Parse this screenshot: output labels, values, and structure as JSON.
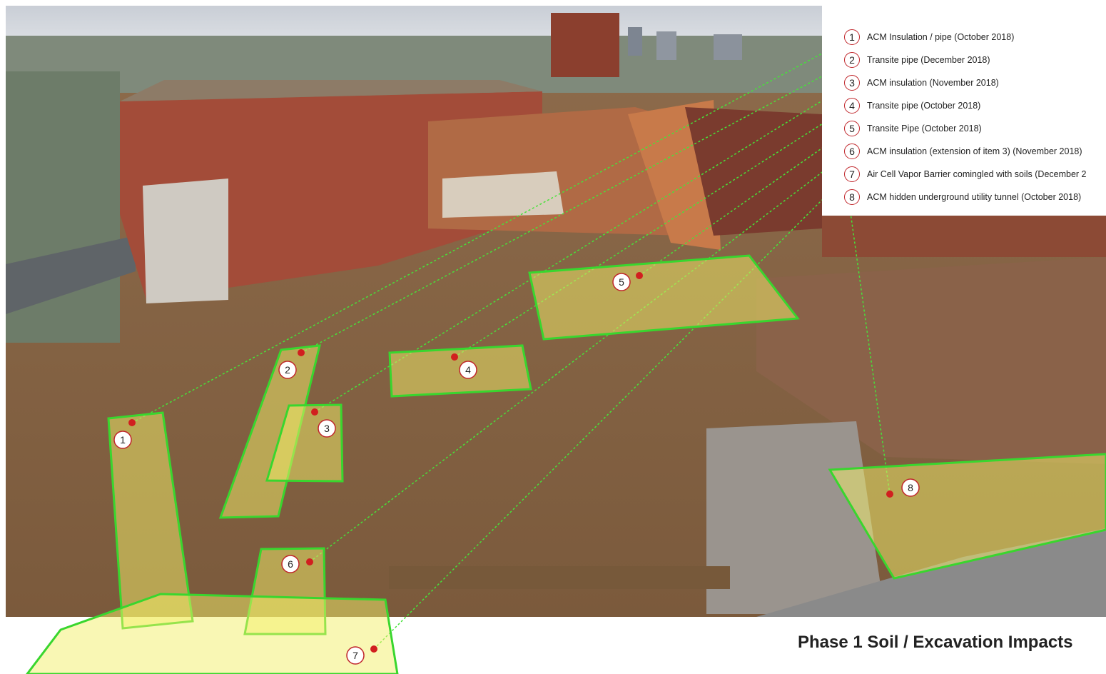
{
  "legend": [
    {
      "num": "1",
      "label": "ACM Insulation / pipe (October 2018)"
    },
    {
      "num": "2",
      "label": "Transite pipe (December 2018)"
    },
    {
      "num": "3",
      "label": "ACM insulation (November 2018)"
    },
    {
      "num": "4",
      "label": "Transite pipe (October 2018)"
    },
    {
      "num": "5",
      "label": "Transite Pipe (October 2018)"
    },
    {
      "num": "6",
      "label": "ACM insulation (extension of item 3) (November 2018)"
    },
    {
      "num": "7",
      "label": "Air Cell Vapor Barrier comingled with soils (December 2"
    },
    {
      "num": "8",
      "label": "ACM hidden underground utility tunnel (October 2018)"
    }
  ],
  "caption": "Phase 1 Soil / Excavation Impacts",
  "colors": {
    "zone_fill": "#f4f06a",
    "zone_stroke": "#39d62e",
    "marker": "#d11f1f",
    "badge_border": "#c0262b"
  }
}
